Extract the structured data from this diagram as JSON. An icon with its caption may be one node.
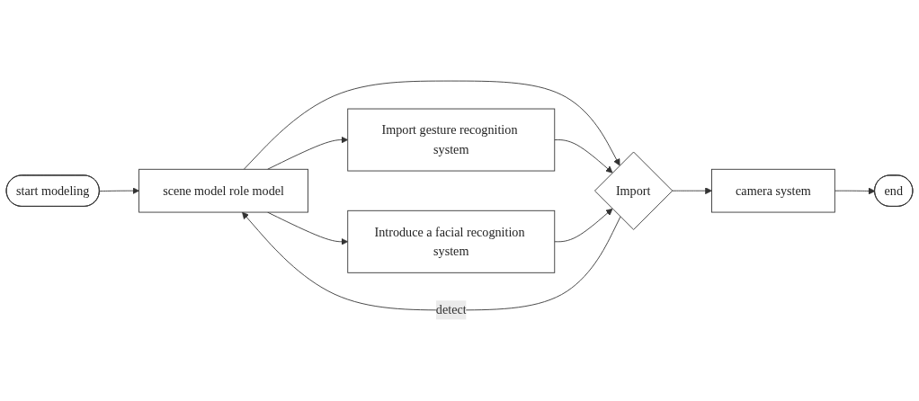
{
  "diagram": {
    "nodes": [
      {
        "text": [
          "start modeling"
        ]
      },
      {
        "text": [
          "scene model role model"
        ]
      },
      {
        "text": [
          "Import"
        ]
      },
      {
        "text": [
          "camera system"
        ]
      },
      {
        "text": [
          "end"
        ]
      },
      {
        "text": [
          "Import gesture recognition system"
        ]
      },
      {
        "text": [
          "Introduce a facial recognition system"
        ]
      }
    ],
    "edges": [
      {
        "from": 0,
        "to": 1,
        "arrow": "to"
      },
      {
        "from": 1,
        "to": 2,
        "arrow": "to"
      },
      {
        "from": 2,
        "to": 3,
        "arrow": "to"
      },
      {
        "from": 3,
        "to": 4,
        "arrow": "to"
      },
      {
        "from": 2,
        "to": 1,
        "label": "detect",
        "arrow": "to"
      },
      {
        "from": 5,
        "to": 2,
        "arrow": "to"
      },
      {
        "from": 6,
        "to": 2,
        "arrow": "to"
      },
      {
        "from": 1,
        "to": 5,
        "arrow": "to"
      },
      {
        "from": 1,
        "to": 6,
        "arrow": "to"
      }
    ]
  }
}
